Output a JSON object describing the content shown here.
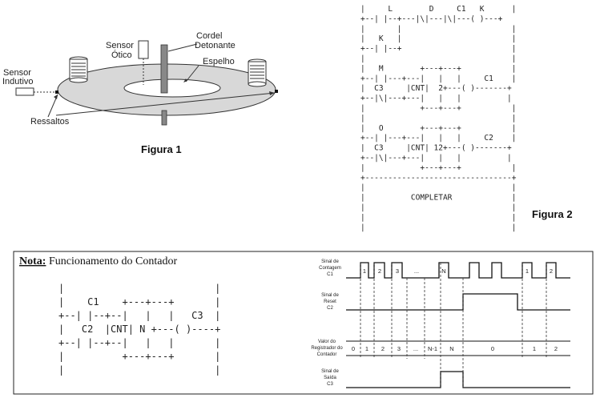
{
  "figure1": {
    "caption": "Figura 1",
    "labels": {
      "sensor_otico_1": "Sensor",
      "sensor_otico_2": "Ótico",
      "cordel_1": "Cordel",
      "cordel_2": "Detonante",
      "espelho": "Espelho",
      "sensor_indutivo_1": "Sensor",
      "sensor_indutivo_2": "Indutivo",
      "ressaltos": "Ressaltos"
    }
  },
  "figure2": {
    "caption": "Figura 2",
    "ladder_lines": [
      "|     L        D     C1   K      |",
      "+--| |--+---|\\|---|\\|---( )---+",
      "|       |                        |",
      "|   K   |                        |",
      "+--| |--+                        |",
      "|                                |",
      "|   M        +---+---+           |",
      "+--| |---+---|   |   |     C1    |",
      "|  C3     |CNT|  2+---( )-------+",
      "+--|\\|---+---|   |   |          |",
      "|            +---+---+           |",
      "|                                |",
      "|   O        +---+---+           |",
      "+--| |---+---|   |   |     C2    |",
      "|  C3     |CNT| 12+---( )-------+",
      "+--|\\|---+---|   |   |          |",
      "|            +---+---+           |",
      "+--------------------------------+",
      "|                                |",
      "|          COMPLETAR             |",
      "|                                |",
      "|                                |",
      "|                                |"
    ]
  },
  "nota": {
    "title": "Nota:",
    "subtitle": " Funcionamento do Contador",
    "ladder_lines": [
      "|                          |",
      "|    C1    +---+---+       |",
      "+--| |--+--|   |   |   C3  |",
      "|   C2  |CNT| N +---( )----+",
      "+--| |--+--|   |   |       |",
      "|          +---+---+       |",
      "|                          |"
    ]
  },
  "timing": {
    "signals": [
      {
        "label_1": "Sinal de",
        "label_2": "Contagem",
        "label_3": "C1"
      },
      {
        "label_1": "Sinal de",
        "label_2": "Reset",
        "label_3": "C2"
      },
      {
        "label_1": "Valor do",
        "label_2": "Registrador do",
        "label_3": "Contador"
      },
      {
        "label_1": "Sinal de",
        "label_2": "Saída",
        "label_3": "C3"
      }
    ],
    "pulse_labels": [
      "1",
      "2",
      "3",
      "...",
      "N",
      "1",
      "2"
    ],
    "register_values": [
      "0",
      "1",
      "2",
      "3",
      "...",
      "N-1",
      "N",
      "0",
      "1",
      "2"
    ]
  }
}
